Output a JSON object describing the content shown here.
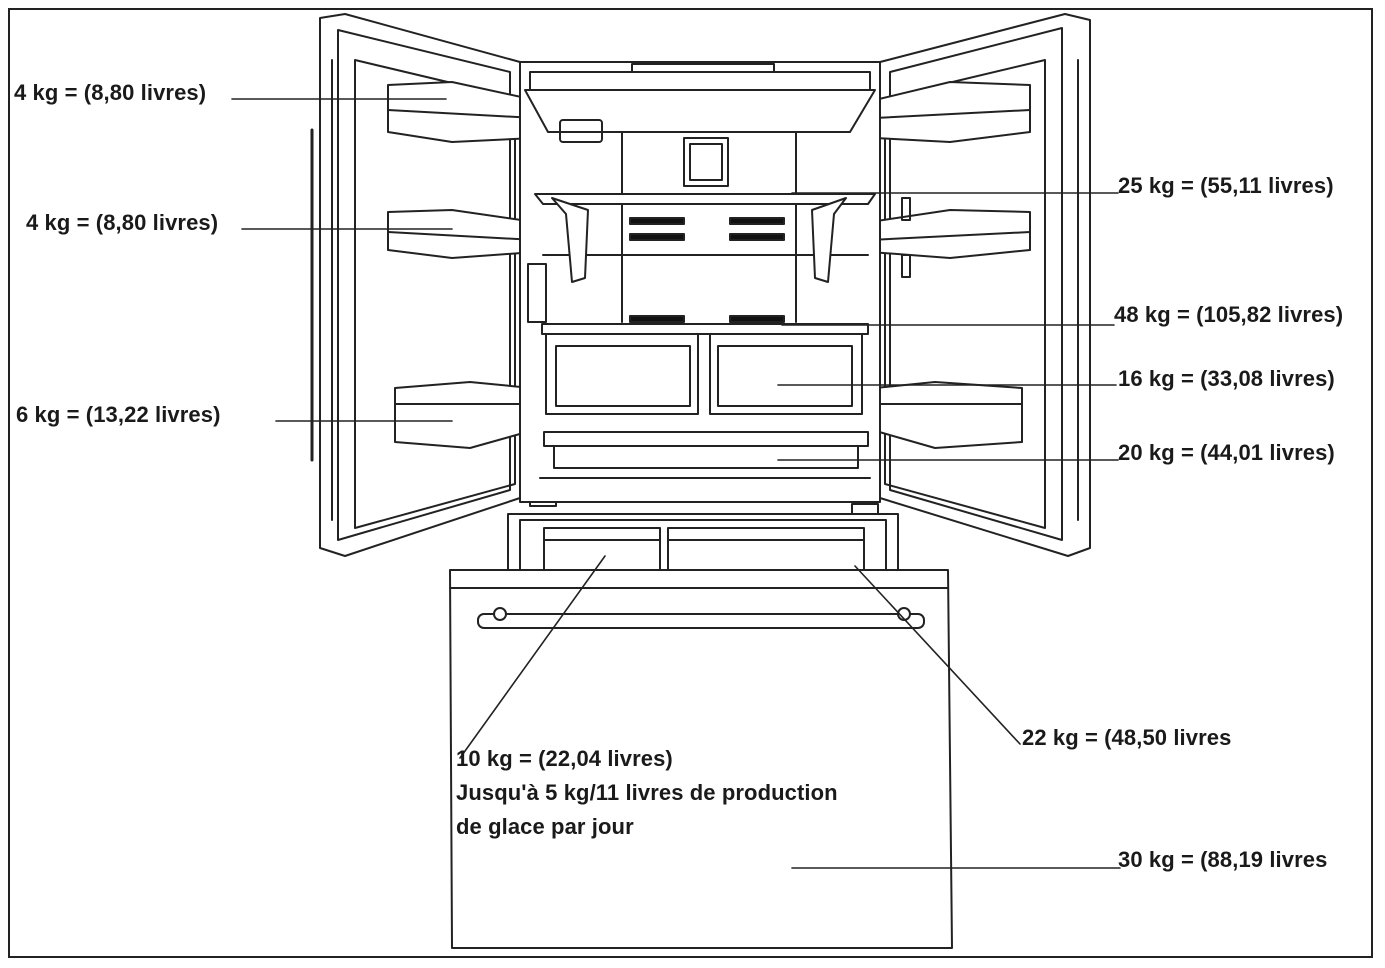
{
  "labels": {
    "left_door_top": "4 kg = (8,80 livres)",
    "left_door_middle": "4 kg = (8,80 livres)",
    "left_door_bottom": "6 kg = (13,22 livres)",
    "upper_shelf": "25 kg = (55,11 livres)",
    "lower_shelf": "48 kg = (105,82 livres)",
    "crisper_drawers": "16 kg = (33,08 livres)",
    "deli_drawer": "20 kg = (44,01 livres)",
    "freezer_upper_right": "22 kg = (48,50 livres",
    "ice_bin": "10 kg = (22,04 livres)",
    "ice_production_line1": "Jusqu'à 5 kg/11 livres de production",
    "ice_production_line2": "de glace par jour",
    "freezer_drawer": "30 kg = (88,19 livres"
  },
  "colors": {
    "line": "#222222",
    "fill": "#ffffff",
    "text": "#1a1a1a"
  }
}
